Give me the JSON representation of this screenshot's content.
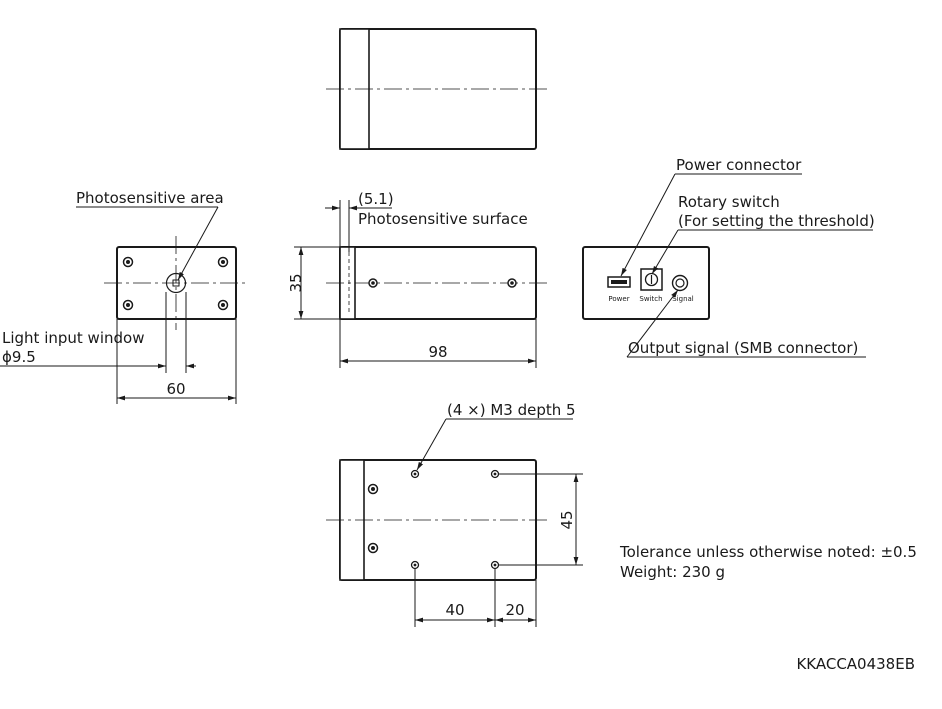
{
  "labels": {
    "photosensitive_area": "Photosensitive area",
    "light_input_window": "Light input window",
    "light_input_window_dia": "ϕ9.5",
    "photosensitive_surface_offset": "(5.1)",
    "photosensitive_surface": "Photosensitive surface",
    "power_connector": "Power connector",
    "rotary_switch_line1": "Rotary switch",
    "rotary_switch_line2": "(For setting the threshold)",
    "output_signal": "Output signal (SMB connector)",
    "mount_holes": "(4 ×) M3 depth 5",
    "panel_power": "Power",
    "panel_switch": "Switch",
    "panel_signal": "Signal"
  },
  "dimensions": {
    "front_width": "60",
    "side_height": "35",
    "side_length": "98",
    "bottom_hole_spacing_y": "45",
    "bottom_hole_spacing_x": "40",
    "bottom_hole_offset_x": "20"
  },
  "notes": {
    "tolerance": "Tolerance unless otherwise noted: ±0.5",
    "weight": "Weight: 230 g"
  },
  "drawing_number": "KKACCA0438EB"
}
